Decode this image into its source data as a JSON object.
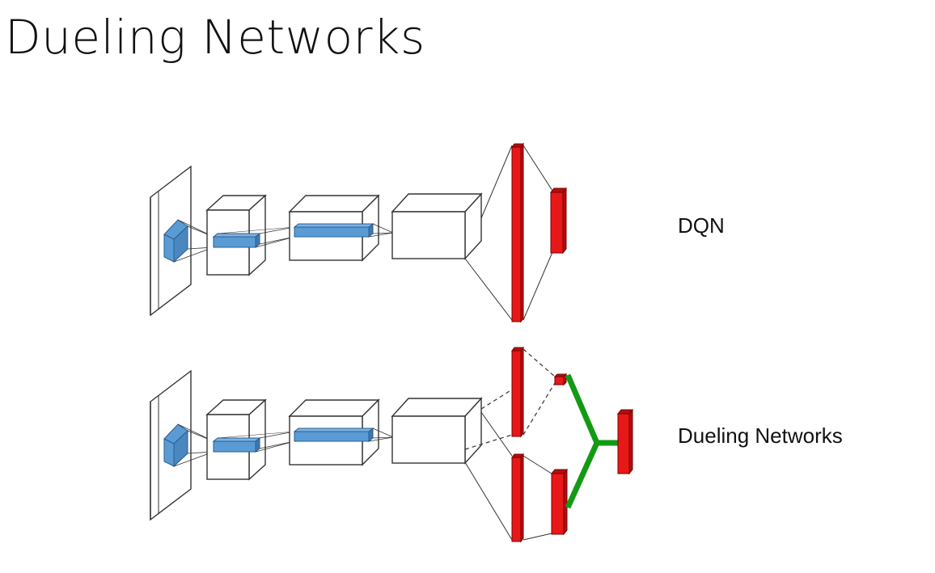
{
  "slide": {
    "title": "Dueling Networks"
  },
  "networks": [
    {
      "id": "dqn",
      "label": "DQN"
    },
    {
      "id": "dueling",
      "label": "Dueling Networks"
    }
  ],
  "colors": {
    "conv_filter": "#5b9bd5",
    "fc_layer": "#e81818",
    "aggregation": "#139a13",
    "outline": "#333333"
  }
}
